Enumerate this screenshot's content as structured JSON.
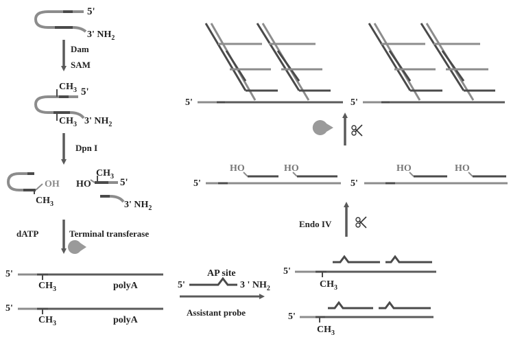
{
  "labels": {
    "five_prime": "5'",
    "three_prime_nh2": "3' NH",
    "nh_subscript": "2",
    "three_prime_space_nh2": "3 ' NH",
    "ch": "CH",
    "ch_subscript": "3",
    "oh": "OH",
    "ho": "HO",
    "poly_a": "polyA",
    "dam": "Dam",
    "sam": "SAM",
    "dpn_i": "Dpn I",
    "datp": "dATP",
    "terminal_transferase": "Terminal transferase",
    "ap_site": "AP site",
    "assistant_probe": "Assistant probe",
    "endo_iv": "Endo IV"
  },
  "colors": {
    "strand_dark": "#4a4a4a",
    "strand_light": "#8c8c8c",
    "enzyme_gray": "#9a9a9a",
    "text": "#222222"
  },
  "icons": [
    "scissors-icon",
    "pacman-enzyme-icon",
    "arrow-down-icon",
    "arrow-up-icon",
    "arrow-right-icon"
  ]
}
